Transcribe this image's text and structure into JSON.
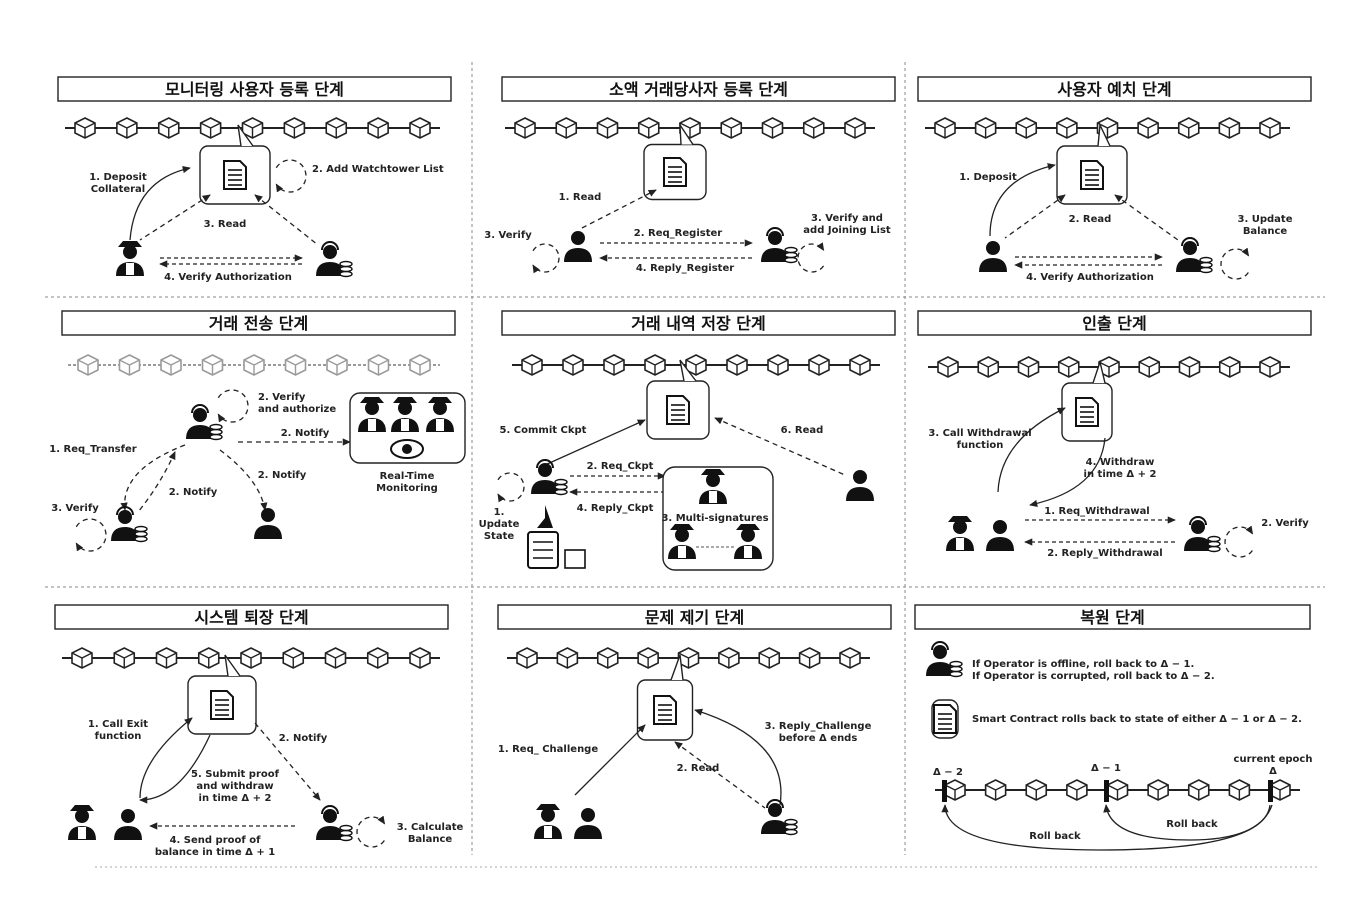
{
  "panels": [
    {
      "title": "모니터링 사용자 등록 단계",
      "labels": {
        "deposit": "1. Deposit\nCollateral",
        "add_list": "2. Add Watchtower List",
        "read": "3. Read",
        "verify_auth": "4. Verify Authorization"
      }
    },
    {
      "title": "소액 거래당사자 등록 단계",
      "labels": {
        "read": "1. Read",
        "req_register": "2. Req_Register",
        "verify_add": "3. Verify and\nadd Joining List",
        "verify": "3. Verify",
        "reply_register": "4. Reply_Register"
      }
    },
    {
      "title": "사용자 예치 단계",
      "labels": {
        "deposit": "1. Deposit",
        "read": "2. Read",
        "update_balance": "3. Update\nBalance",
        "verify_auth": "4. Verify Authorization"
      }
    },
    {
      "title": "거래 전송 단계",
      "labels": {
        "verify_authorize": "2. Verify\nand authorize",
        "req_transfer": "1. Req_Transfer",
        "notify_monitor": "2. Notify",
        "notify_a": "2. Notify",
        "notify_b": "2. Notify",
        "verify": "3. Verify",
        "realtime": "Real-Time\nMonitoring"
      }
    },
    {
      "title": "거래 내역 저장 단계",
      "labels": {
        "commit_ckpt": "5. Commit Ckpt",
        "read": "6. Read",
        "req_ckpt": "2. Req_Ckpt",
        "reply_ckpt": "4. Reply_Ckpt",
        "multisig": "3. Multi-signatures",
        "update_state": "1.\nUpdate\nState"
      }
    },
    {
      "title": "인출 단계",
      "labels": {
        "call_withdrawal": "3. Call Withdrawal\nfunction",
        "withdraw_time": "4. Withdraw\nin time Δ + 2",
        "req_withdrawal": "1. Req_Withdrawal",
        "verify": "2. Verify",
        "reply_withdrawal": "2. Reply_Withdrawal"
      }
    },
    {
      "title": "시스템 퇴장 단계",
      "labels": {
        "call_exit": "1.   Call Exit\nfunction",
        "notify": "2. Notify",
        "submit_proof": "5. Submit proof\nand withdraw\nin time Δ + 2",
        "send_proof": "4. Send proof of\nbalance in time Δ + 1",
        "calc_balance": "3. Calculate\nBalance"
      }
    },
    {
      "title": "문제 제기 단계",
      "labels": {
        "req_challenge": "1. Req_ Challenge",
        "reply_challenge": "3. Reply_Challenge\nbefore Δ ends",
        "read": "2. Read"
      }
    },
    {
      "title": "복원 단계",
      "labels": {
        "operator_rule": "If Operator is offline, roll back to Δ − 1.\nIf Operator is corrupted, roll back to Δ − 2.",
        "contract_rule": "Smart Contract rolls back to state of either Δ − 1 or Δ − 2.",
        "d2": "Δ − 2",
        "d1": "Δ − 1",
        "current": "current epoch\nΔ",
        "rollback_a": "Roll back",
        "rollback_b": "Roll back"
      }
    }
  ]
}
